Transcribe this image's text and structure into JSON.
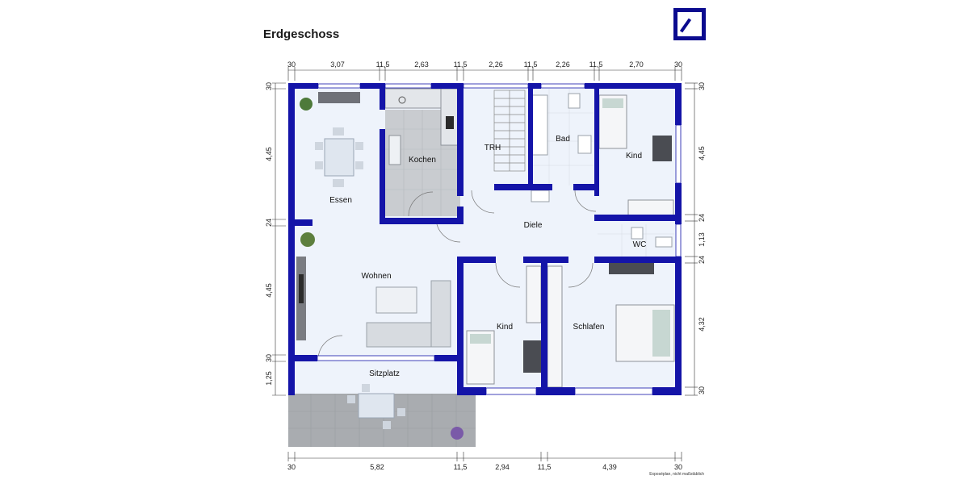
{
  "title": "Erdgeschoss",
  "brand_logo": "deutsche-bank-logo",
  "colors": {
    "wall": "#1414a8",
    "floor": "#eef3fb",
    "tile": "#9aa0a8",
    "terrace": "#a9acb0",
    "kitchen_tile": "#c9ccd0"
  },
  "dimensions": {
    "top": [
      "30",
      "3,07",
      "11,5",
      "2,63",
      "11,5",
      "2,26",
      "11,5",
      "2,26",
      "11,5",
      "2,70",
      "30"
    ],
    "bottom": [
      "30",
      "5,82",
      "11,5",
      "2,94",
      "11,5",
      "4,39",
      "30"
    ],
    "left": [
      "30",
      "4,45",
      "24",
      "4,45",
      "30",
      "1,25"
    ],
    "right": [
      "30",
      "4,45",
      "24",
      "1,13",
      "24",
      "4,32",
      "30"
    ]
  },
  "rooms": {
    "essen": "Essen",
    "kochen": "Kochen",
    "trh": "TRH",
    "bad": "Bad",
    "kind_top": "Kind",
    "diele": "Diele",
    "wc": "WC",
    "wohnen": "Wohnen",
    "kind_bottom": "Kind",
    "schlafen": "Schlafen",
    "sitzplatz": "Sitzplatz"
  },
  "footnote": "Exposéplan, nicht maßstäblich"
}
